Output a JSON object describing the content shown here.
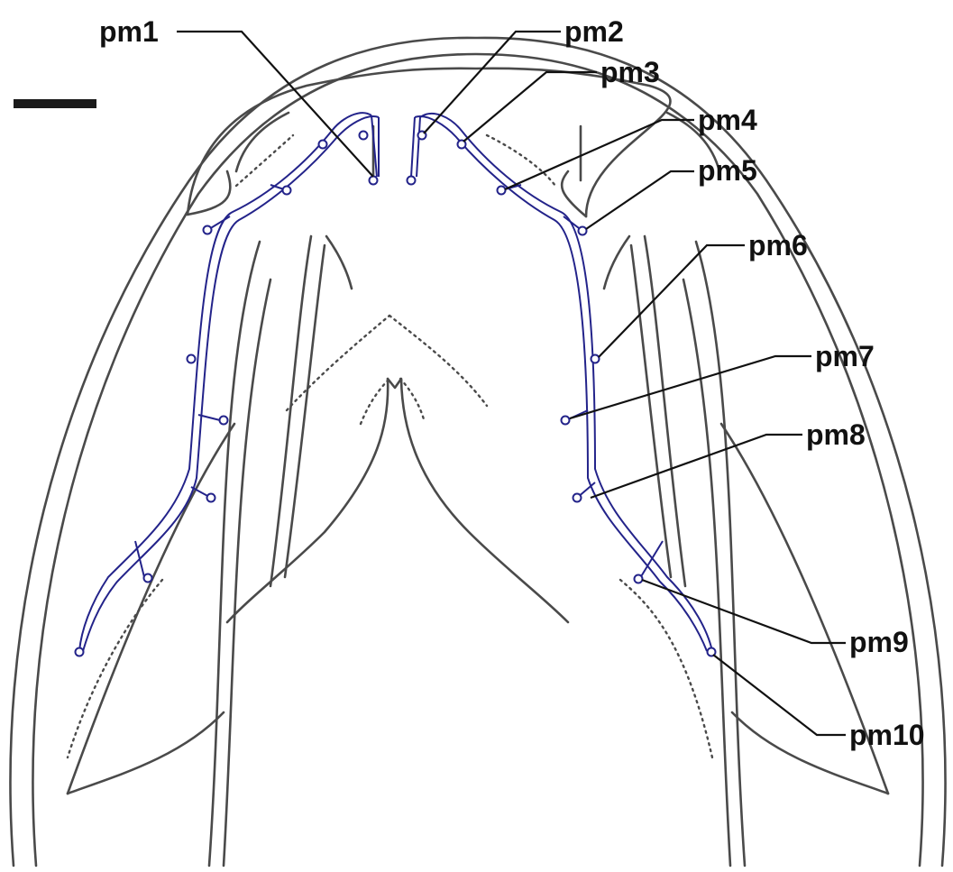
{
  "figure": {
    "labels": {
      "pm1": "pm1",
      "pm2": "pm2",
      "pm3": "pm3",
      "pm4": "pm4",
      "pm5": "pm5",
      "pm6": "pm6",
      "pm7": "pm7",
      "pm8": "pm8",
      "pm9": "pm9",
      "pm10": "pm10"
    },
    "colors": {
      "canal": "#23238a",
      "outline": "#4a4a4a",
      "label": "#111111"
    }
  }
}
